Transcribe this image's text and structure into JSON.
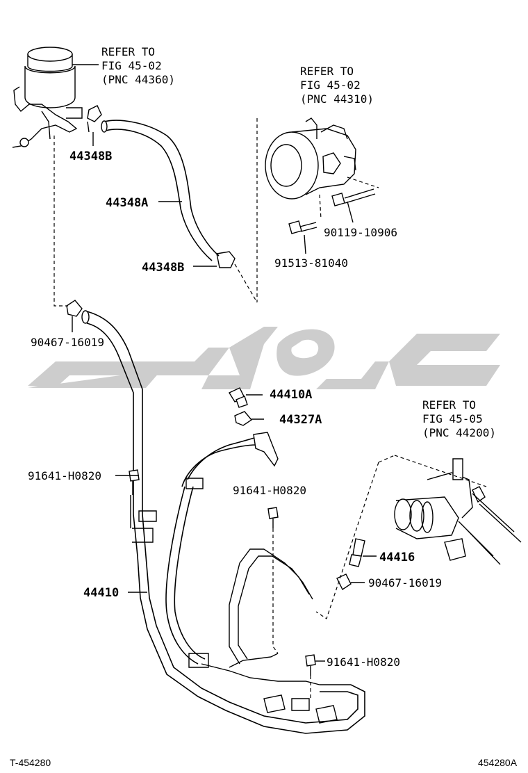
{
  "refs": {
    "reservoir": [
      "REFER TO",
      "FIG 45-02",
      "(PNC 44360)"
    ],
    "pump": [
      "REFER TO",
      "FIG 45-02",
      "(PNC 44310)"
    ],
    "gear": [
      "REFER TO",
      "FIG 45-05",
      "(PNC 44200)"
    ]
  },
  "parts": {
    "p44348B_top": "44348B",
    "p44348A": "44348A",
    "p44348B_bot": "44348B",
    "p90119": "90119-10906",
    "p91513": "91513-81040",
    "p90467_left": "90467-16019",
    "p44410A": "44410A",
    "p44327A": "44327A",
    "p91641_left": "91641-H0820",
    "p91641_mid": "91641-H0820",
    "p44416": "44416",
    "p90467_right": "90467-16019",
    "p44410": "44410",
    "p91641_bot": "91641-H0820"
  },
  "footer": {
    "left": "T-454280",
    "right": "454280A"
  },
  "watermark": {
    "color": "#c8c8c8"
  }
}
